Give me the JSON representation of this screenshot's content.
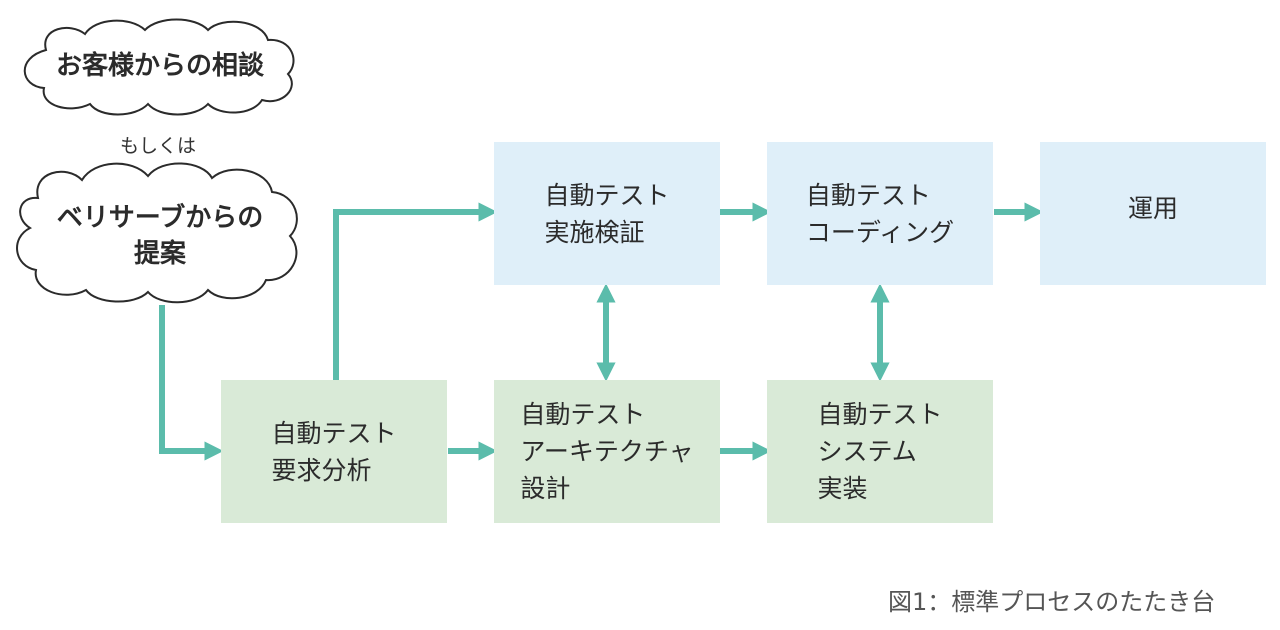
{
  "theme": {
    "arrow_color": "#5bbcab",
    "blue_box": "#dfeff9",
    "green_box": "#d9ead7",
    "text_color": "#2b2b2b"
  },
  "clouds": {
    "consult": "お客様からの相談",
    "proposal": "ベリサーブからの\n提案"
  },
  "or_text": "もしくは",
  "boxes": {
    "requirements": "自動テスト\n要求分析",
    "architecture": "自動テスト\nアーキテクチャ\n設計",
    "system": "自動テスト\nシステム\n実装",
    "verification": "自動テスト\n実施検証",
    "coding": "自動テスト\nコーディング",
    "operation": "運用"
  },
  "caption": "図1：標準プロセスのたたき台"
}
